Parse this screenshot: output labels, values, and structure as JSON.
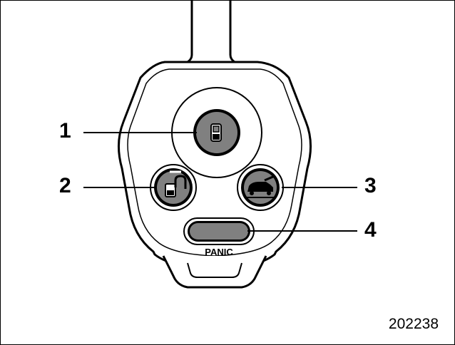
{
  "diagram": {
    "callouts": [
      {
        "number": "1",
        "target": "lock-button"
      },
      {
        "number": "2",
        "target": "unlock-button"
      },
      {
        "number": "3",
        "target": "trunk-button"
      },
      {
        "number": "4",
        "target": "panic-button"
      }
    ],
    "panic_label": "PANIC",
    "figure_id": "202238",
    "colors": {
      "button_fill": "#808080",
      "line": "#000000",
      "background": "#ffffff"
    },
    "icons": [
      "lock-icon",
      "unlock-icon",
      "trunk-icon"
    ]
  }
}
